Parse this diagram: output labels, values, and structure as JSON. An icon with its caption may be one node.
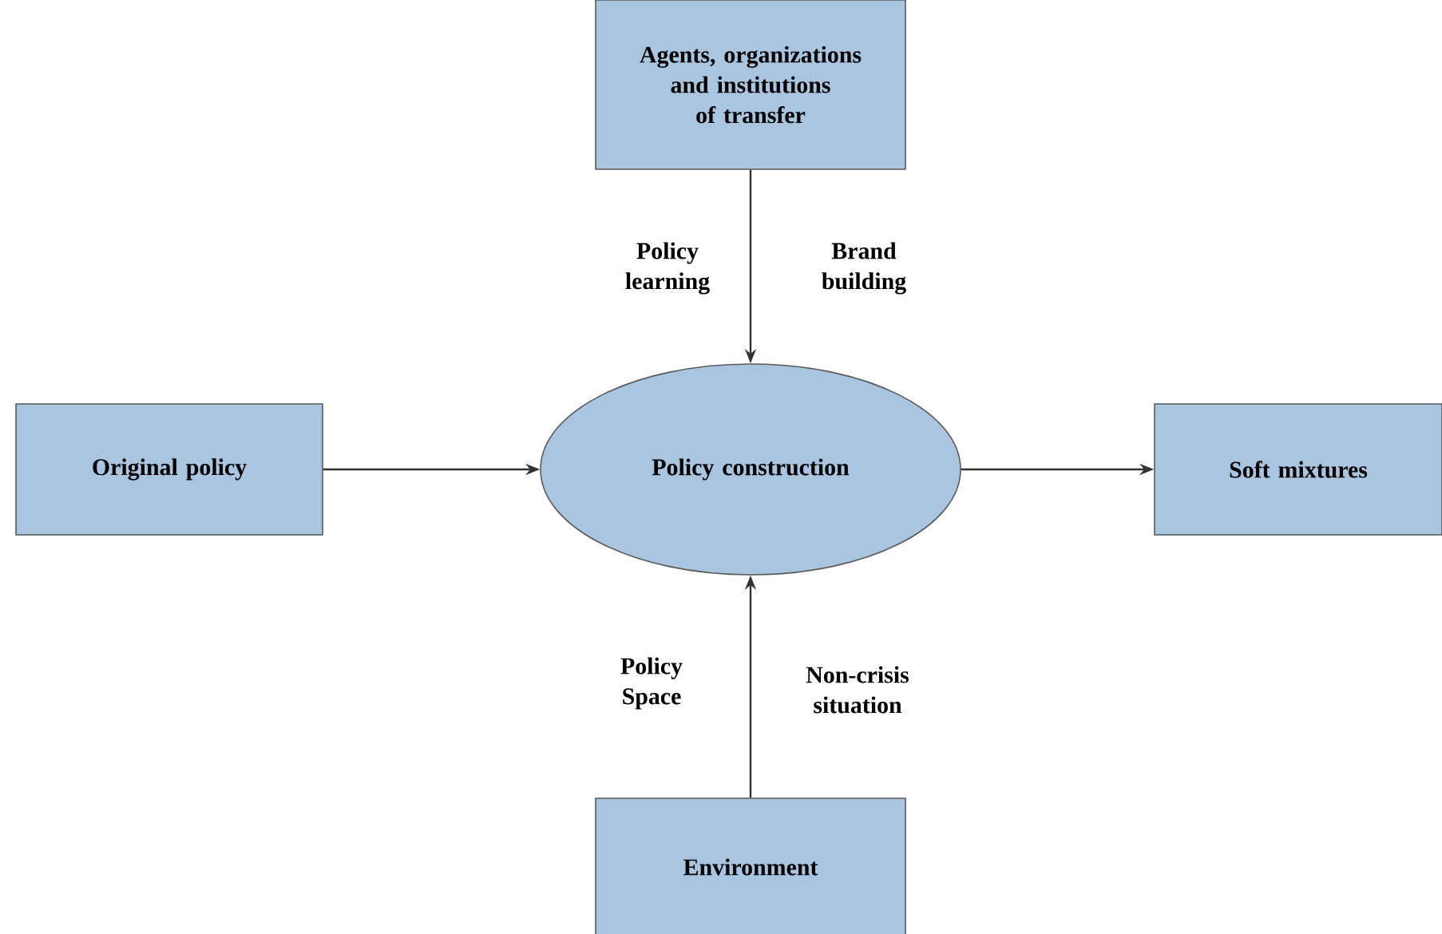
{
  "diagram": {
    "nodes": [
      {
        "text": [
          "Agents, organizations and institutions of transfer"
        ]
      },
      {
        "text": [
          "Original policy"
        ]
      },
      {
        "text": [
          "Policy construction"
        ]
      },
      {
        "text": [
          "Soft mixtures"
        ]
      },
      {
        "text": [
          "Environment"
        ]
      }
    ],
    "edges": [
      {
        "from": 0,
        "to": 2,
        "arrow": "to"
      },
      {
        "from": 1,
        "to": 2,
        "arrow": "to"
      },
      {
        "from": 2,
        "to": 3,
        "arrow": "to"
      },
      {
        "from": 4,
        "to": 2,
        "arrow": "to"
      }
    ],
    "labels": [
      "Policy learning",
      "Brand building",
      "Policy Space",
      "Non-crisis situation"
    ]
  }
}
